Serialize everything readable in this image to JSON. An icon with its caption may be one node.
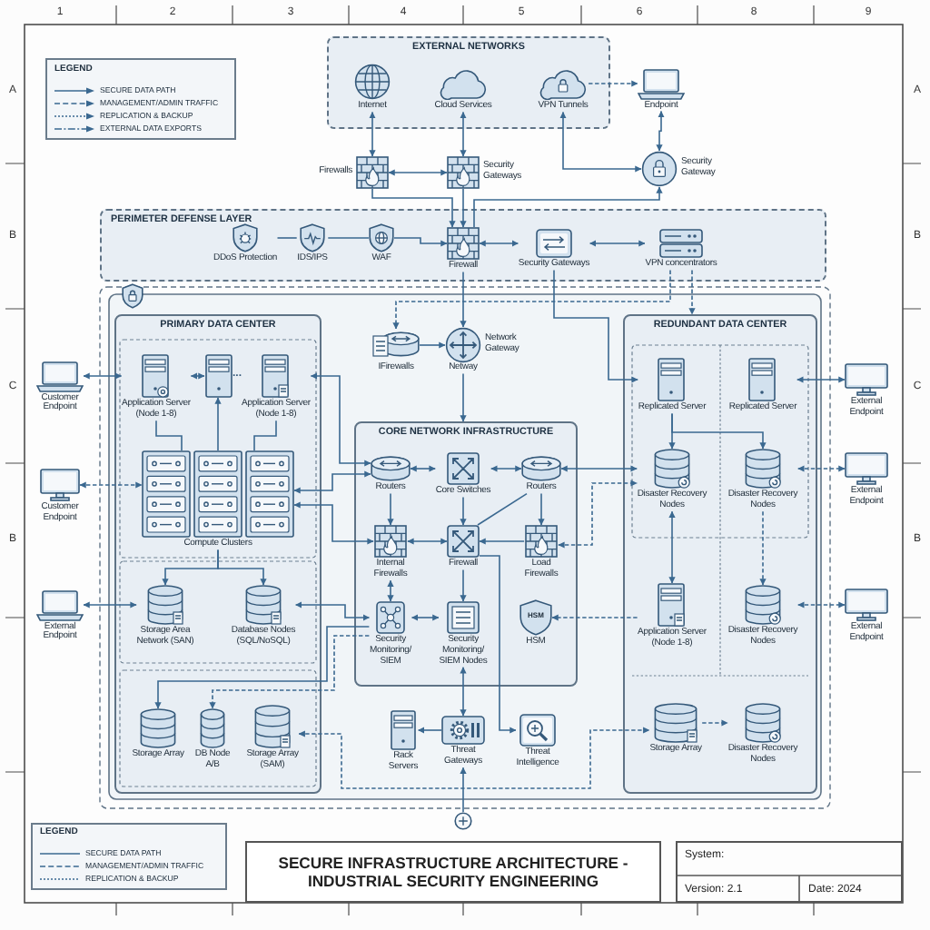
{
  "diagram": {
    "title": "SECURE INFRASTRUCTURE ARCHITECTURE - INDUSTRIAL SECURITY ENGINEERING",
    "nodes": [
      {
        "text": [
          "EXTERNAL NETWORKS"
        ]
      },
      {
        "text": [
          "Internet"
        ],
        "in": 0
      },
      {
        "text": [
          "Cloud Services"
        ],
        "in": 0
      },
      {
        "text": [
          "VPN Tunnels"
        ],
        "in": 0
      },
      {
        "text": [
          "Endpoint"
        ]
      },
      {
        "text": [
          "Firewalls"
        ]
      },
      {
        "text": [
          "Security Gateways"
        ]
      },
      {
        "text": [
          "Security Gateway"
        ]
      },
      {
        "text": [
          "PERIMETER DEFENSE LAYER"
        ]
      },
      {
        "text": [
          "DDoS Protection"
        ],
        "in": 8
      },
      {
        "text": [
          "IDS/IPS"
        ],
        "in": 8
      },
      {
        "text": [
          "WAF"
        ],
        "in": 8
      },
      {
        "text": [
          "Firewall"
        ],
        "in": 8
      },
      {
        "text": [
          "Security Gateways"
        ],
        "in": 8
      },
      {
        "text": [
          "VPN concentrators"
        ],
        "in": 8
      },
      {
        "text": [
          "PRIMARY DATA CENTER"
        ]
      },
      {
        "text": [
          "Application Server (Node 1-8)"
        ],
        "in": 15
      },
      {
        "text": [],
        "shape": "picture",
        "in": 15
      },
      {
        "text": [
          "Application Server (Node 1-8)"
        ],
        "in": 15
      },
      {
        "text": [
          "Compute Clusters"
        ],
        "in": 15
      },
      {
        "text": [
          "Storage Area Network (SAN)"
        ],
        "in": 15
      },
      {
        "text": [
          "Database Nodes (SQL/NoSQL)"
        ],
        "in": 15
      },
      {
        "text": [
          "Storage Array"
        ],
        "in": 15
      },
      {
        "text": [
          "DB Node A/B"
        ],
        "in": 15
      },
      {
        "text": [
          "Storage Array (SAM)"
        ],
        "in": 15
      },
      {
        "text": [
          "Customer Endpoint"
        ]
      },
      {
        "text": [
          "Customer Endpoint"
        ]
      },
      {
        "text": [
          "External Endpoint"
        ]
      },
      {
        "text": [
          "IFirewalls"
        ]
      },
      {
        "text": [
          "Network Gateway"
        ],
        "beside": [
          "Netway"
        ]
      },
      {
        "text": [
          "CORE NETWORK INFRASTRUCTURE"
        ]
      },
      {
        "text": [
          "Routers"
        ],
        "in": 30
      },
      {
        "text": [
          "Core Switches"
        ],
        "in": 30
      },
      {
        "text": [
          "Routers"
        ],
        "in": 30
      },
      {
        "text": [
          "Internal Firewalls"
        ],
        "in": 30
      },
      {
        "text": [
          "Firewall"
        ],
        "in": 30
      },
      {
        "text": [
          "Load Firewalls"
        ],
        "in": 30
      },
      {
        "text": [
          "Security Monitoring/ SIEM"
        ],
        "in": 30
      },
      {
        "text": [
          "Security Monitoring/ SIEM Nodes"
        ],
        "in": 30
      },
      {
        "text": [
          "HSM",
          "HSM"
        ],
        "in": 30
      },
      {
        "text": [
          "Rack Servers"
        ]
      },
      {
        "text": [
          "Threat Gateways"
        ]
      },
      {
        "text": [
          "Threat Intelligence"
        ]
      },
      {
        "text": [],
        "shape": "circle"
      },
      {
        "text": [
          "REDUNDANT DATA CENTER"
        ]
      },
      {
        "text": [
          "Replicated Server"
        ],
        "in": 44
      },
      {
        "text": [
          "Replicated Server"
        ],
        "in": 44
      },
      {
        "text": [
          "Disaster Recovery Nodes"
        ],
        "in": 44
      },
      {
        "text": [
          "Disaster Recovery Nodes"
        ],
        "in": 44
      },
      {
        "text": [
          "Application Server (Node 1-8)"
        ],
        "in": 44
      },
      {
        "text": [
          "Disaster Recovery Nodes"
        ],
        "in": 44
      },
      {
        "text": [
          "Storage Array"
        ],
        "in": 44
      },
      {
        "text": [
          "Disaster Recovery Nodes"
        ],
        "in": 44
      },
      {
        "text": [
          "External Endpoint"
        ]
      },
      {
        "text": [
          "External Endpoint"
        ]
      },
      {
        "text": [
          "External Endpoint"
        ]
      }
    ],
    "edges": [
      {
        "from": 1,
        "to": 5,
        "arrow": "both"
      },
      {
        "from": 2,
        "to": 6,
        "arrow": "both"
      },
      {
        "from": 5,
        "to": 6,
        "arrow": "both"
      },
      {
        "from": 3,
        "to": 4,
        "arrow": "to",
        "style": "dashed"
      },
      {
        "from": 3,
        "to": 7,
        "arrow": "both"
      },
      {
        "from": 4,
        "to": 7,
        "arrow": "both"
      },
      {
        "from": 12,
        "to": 7,
        "arrow": "to"
      },
      {
        "from": 6,
        "to": 12,
        "arrow": "to"
      },
      {
        "from": 5,
        "to": 12,
        "arrow": "to"
      },
      {
        "from": 9,
        "to": 10,
        "arrow": "none"
      },
      {
        "from": 10,
        "to": 11,
        "arrow": "none"
      },
      {
        "from": 11,
        "to": 12,
        "arrow": "to"
      },
      {
        "from": 12,
        "to": 13,
        "arrow": "both"
      },
      {
        "from": 13,
        "to": 14,
        "arrow": "both"
      },
      {
        "from": 12,
        "to": 29,
        "arrow": "to"
      },
      {
        "from": 14,
        "to": 28,
        "arrow": "to",
        "style": "dashed"
      },
      {
        "from": 14,
        "to": 44,
        "arrow": "to",
        "style": "dashed"
      },
      {
        "from": 13,
        "to": 45,
        "arrow": "to"
      },
      {
        "from": 28,
        "to": 29,
        "arrow": "to"
      },
      {
        "from": 29,
        "to": 30,
        "arrow": "to"
      },
      {
        "from": 25,
        "to": 16,
        "arrow": "both"
      },
      {
        "from": 26,
        "to": 19,
        "arrow": "both",
        "style": "dashed"
      },
      {
        "from": 27,
        "to": 20,
        "arrow": "both"
      },
      {
        "from": 16,
        "to": 17,
        "arrow": "both"
      },
      {
        "from": 19,
        "to": 17,
        "arrow": "to"
      },
      {
        "from": 19,
        "to": 16,
        "arrow": "none"
      },
      {
        "from": 19,
        "to": 18,
        "arrow": "none"
      },
      {
        "from": 19,
        "to": 20,
        "arrow": "to"
      },
      {
        "from": 19,
        "to": 21,
        "arrow": "to"
      },
      {
        "from": 31,
        "to": 18,
        "arrow": "both"
      },
      {
        "from": 19,
        "to": 31,
        "arrow": "both"
      },
      {
        "from": 19,
        "to": 34,
        "arrow": "both"
      },
      {
        "from": 21,
        "to": 37,
        "arrow": "both"
      },
      {
        "from": 37,
        "to": 22,
        "arrow": "to"
      },
      {
        "from": 37,
        "to": 23,
        "arrow": "to",
        "style": "dashed"
      },
      {
        "from": 24,
        "to": 51,
        "arrow": "both",
        "style": "dashed"
      },
      {
        "from": 31,
        "to": 32,
        "arrow": "both"
      },
      {
        "from": 32,
        "to": 33,
        "arrow": "both"
      },
      {
        "from": 31,
        "to": 34,
        "arrow": "to"
      },
      {
        "from": 32,
        "to": 35,
        "arrow": "to"
      },
      {
        "from": 33,
        "to": 36,
        "arrow": "to"
      },
      {
        "from": 34,
        "to": 35,
        "arrow": "both"
      },
      {
        "from": 36,
        "to": 35,
        "arrow": "to"
      },
      {
        "from": 33,
        "to": 35,
        "arrow": "none"
      },
      {
        "from": 34,
        "to": 37,
        "arrow": "both"
      },
      {
        "from": 37,
        "to": 38,
        "arrow": "both"
      },
      {
        "from": 35,
        "to": 38,
        "arrow": "to"
      },
      {
        "from": 38,
        "to": 41,
        "arrow": "both"
      },
      {
        "from": 41,
        "to": 40,
        "arrow": "to"
      },
      {
        "from": 43,
        "to": 41,
        "arrow": "to"
      },
      {
        "from": 35,
        "to": 42,
        "arrow": "to"
      },
      {
        "from": 33,
        "to": 47,
        "arrow": "both"
      },
      {
        "from": 36,
        "to": 47,
        "arrow": "both",
        "style": "dashed"
      },
      {
        "from": 49,
        "to": 39,
        "arrow": "to",
        "style": "dashed"
      },
      {
        "from": 45,
        "to": 47,
        "arrow": "to"
      },
      {
        "from": 45,
        "to": 48,
        "arrow": "to"
      },
      {
        "from": 46,
        "to": 53,
        "arrow": "both"
      },
      {
        "from": 48,
        "to": 54,
        "arrow": "both",
        "style": "dashed"
      },
      {
        "from": 47,
        "to": 49,
        "arrow": "both"
      },
      {
        "from": 48,
        "to": 50,
        "arrow": "to",
        "style": "dashed"
      },
      {
        "from": 50,
        "to": 55,
        "arrow": "both",
        "style": "dashed"
      },
      {
        "from": 51,
        "to": 52,
        "arrow": "to",
        "style": "dashed"
      }
    ],
    "labels": [
      "1",
      "2",
      "3",
      "4",
      "5",
      "6",
      "8",
      "9",
      "A",
      "LEGEND",
      "A",
      "B",
      "B",
      "C",
      "...",
      "C",
      "B",
      "B",
      "LEGEND",
      "System:",
      "Version: 2.1",
      "Date: 2024"
    ],
    "legend": [
      {
        "text": "SECURE DATA PATH"
      },
      {
        "text": "MANAGEMENT/ADMIN TRAFFIC"
      },
      {
        "text": "REPLICATION & BACKUP"
      },
      {
        "text": "EXTERNAL DATA EXPORTS"
      },
      {
        "text": "SECURE DATA PATH"
      },
      {
        "text": "MANAGEMENT/ADMIN TRAFFIC"
      },
      {
        "text": "REPLICATION & BACKUP"
      }
    ]
  }
}
